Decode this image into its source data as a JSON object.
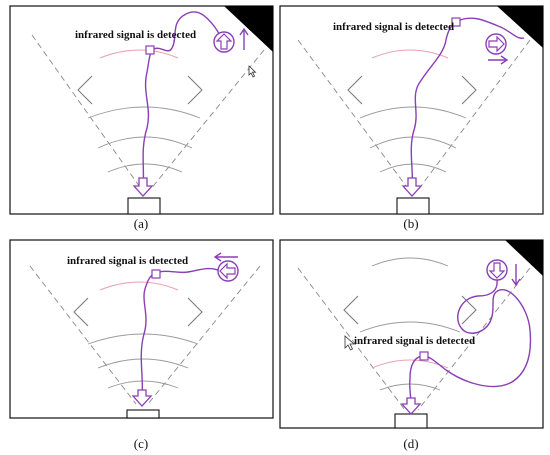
{
  "figure": {
    "panels": [
      {
        "id": "a",
        "caption": "(a)",
        "detection_text": "infrared signal is detected",
        "arrow_icon": "up-arrow-icon",
        "direction": "up"
      },
      {
        "id": "b",
        "caption": "(b)",
        "detection_text": "infrared signal is detected",
        "arrow_icon": "right-arrow-icon",
        "direction": "right"
      },
      {
        "id": "c",
        "caption": "(c)",
        "detection_text": "infrared signal is detected",
        "arrow_icon": "left-arrow-icon",
        "direction": "left"
      },
      {
        "id": "d",
        "caption": "(d)",
        "detection_text": "infrared signal is detected",
        "arrow_icon": "down-arrow-icon",
        "direction": "down"
      }
    ],
    "colors": {
      "path": "#8a3fb5",
      "frame": "#111111",
      "cone_lines": "#888888",
      "arc_gray": "#9a9a9a",
      "arc_pink": "#e7a3ad",
      "corner_fill": "#000000"
    }
  }
}
